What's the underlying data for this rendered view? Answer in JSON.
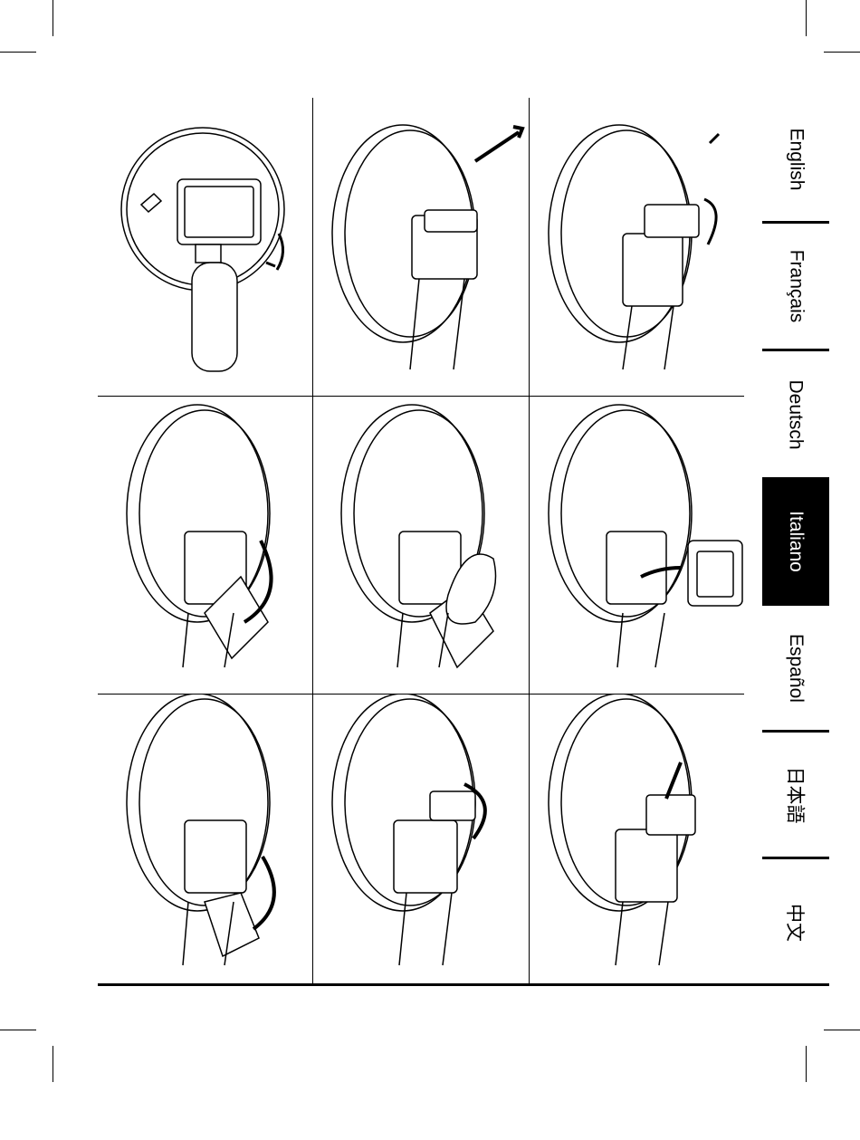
{
  "languages": [
    {
      "label": "English",
      "active": false
    },
    {
      "label": "Français",
      "active": false
    },
    {
      "label": "Deutsch",
      "active": false
    },
    {
      "label": "Italiano",
      "active": true
    },
    {
      "label": "Español",
      "active": false
    },
    {
      "label": "日本語",
      "active": false
    },
    {
      "label": "中文",
      "active": false
    }
  ],
  "steps": [
    {
      "illustration": "mount-camera-icon"
    },
    {
      "illustration": "pull-tether-icon"
    },
    {
      "illustration": "lift-latch-icon"
    },
    {
      "illustration": "open-back-door-icon"
    },
    {
      "illustration": "wipe-housing-icon"
    },
    {
      "illustration": "insert-camera-icon"
    },
    {
      "illustration": "close-back-door-icon"
    },
    {
      "illustration": "rotate-latch-icon"
    },
    {
      "illustration": "press-latch-icon"
    }
  ]
}
